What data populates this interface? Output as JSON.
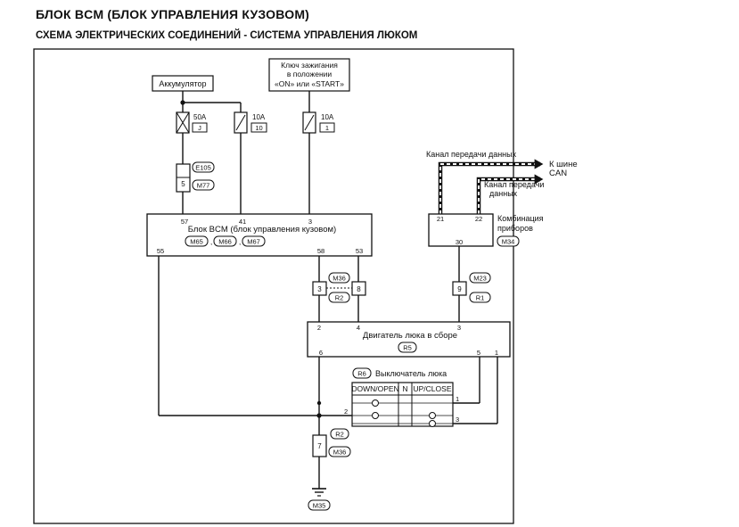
{
  "header": {
    "title": "БЛОК BCM (БЛОК УПРАВЛЕНИЯ КУЗОВОМ)",
    "subtitle": "СХЕМА ЭЛЕКТРИЧЕСКИХ СОЕДИНЕНИЙ - СИСТЕМА УПРАВЛЕНИЯ ЛЮКОМ"
  },
  "battery": {
    "label": "Аккумулятор"
  },
  "ignition": {
    "line1": "Ключ зажигания",
    "line2": "в положении",
    "line3": "«ON» или «START»"
  },
  "fuses": [
    {
      "rating": "50A",
      "id": "J"
    },
    {
      "rating": "10A",
      "id": "10"
    },
    {
      "rating": "10A",
      "id": "1"
    }
  ],
  "conn_e105": {
    "pin": "5",
    "id": "E105",
    "id2": "M77"
  },
  "bcm": {
    "label": "Блок BCM (блок управления кузовом)",
    "c1": "M65",
    "c2": "M66",
    "c3": "M67",
    "sep1": ",",
    "sep2": ",",
    "pin57": "57",
    "pin41": "41",
    "pin3": "3",
    "pin55": "55",
    "pin58": "58",
    "pin53": "53"
  },
  "can": {
    "line1": "Канал передачи данных",
    "line2": "Канал передачи",
    "line3": "данных",
    "bus1": "К шине",
    "bus2": "CAN"
  },
  "combimeter": {
    "label1": "Комбинация",
    "label2": "приборов",
    "connector": "M34",
    "pin21": "21",
    "pin22": "22",
    "pin30": "30"
  },
  "conn_m36": {
    "pin3": "3",
    "pin8": "8",
    "top": "M36",
    "bottom": "R2"
  },
  "conn_m23": {
    "pin": "9",
    "top": "M23",
    "bottom": "R1"
  },
  "motor": {
    "label": "Двигатель люка в сборе",
    "connector": "R5",
    "pin2": "2",
    "pin4": "4",
    "pin3": "3",
    "pin6": "6",
    "pin5": "5",
    "pin1": "1"
  },
  "switch": {
    "connector": "R6",
    "label": "Выключатель люка",
    "headers": [
      "DOWN/OPEN",
      "N",
      "UP/CLOSE"
    ],
    "pin1": "1",
    "pin2": "2",
    "pin3": "3"
  },
  "conn_r2": {
    "pin": "7",
    "top": "R2",
    "bottom": "M36"
  },
  "ground": {
    "connector": "M35"
  }
}
